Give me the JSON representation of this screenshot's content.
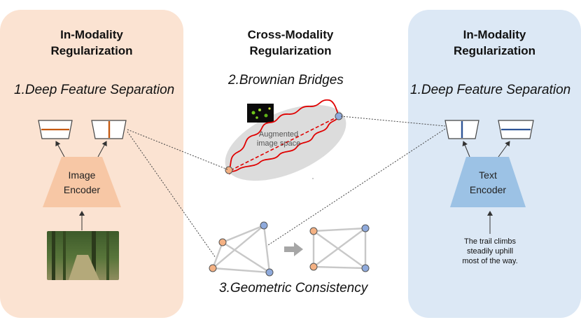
{
  "left": {
    "title_line1": "In-Modality",
    "title_line2": "Regularization",
    "subtitle": "1.Deep Feature Separation",
    "encoder_line1": "Image",
    "encoder_line2": "Encoder"
  },
  "center": {
    "title_line1": "Cross-Modality",
    "title_line2": "Regularization",
    "bridge_subtitle": "2.Brownian Bridges",
    "space_line1": "Augmented",
    "space_line2": "image space",
    "geometry_subtitle": "3.Geometric Consistency"
  },
  "right": {
    "title_line1": "In-Modality",
    "title_line2": "Regularization",
    "subtitle": "1.Deep Feature Separation",
    "encoder_line1": "Text",
    "encoder_line2": "Encoder",
    "caption_line1": "The trail climbs",
    "caption_line2": "steadily uphill",
    "caption_line3": "most of the way."
  },
  "colors": {
    "left_panel": "#fbe3d2",
    "right_panel": "#dce8f5",
    "image_encoder": "#f7c7a5",
    "text_encoder": "#9cc2e5",
    "orange_feature": "#c55a11",
    "blue_feature": "#2e5597",
    "bridge": "#e00000",
    "orange_node": "#f4b183",
    "blue_node": "#8faadc"
  }
}
